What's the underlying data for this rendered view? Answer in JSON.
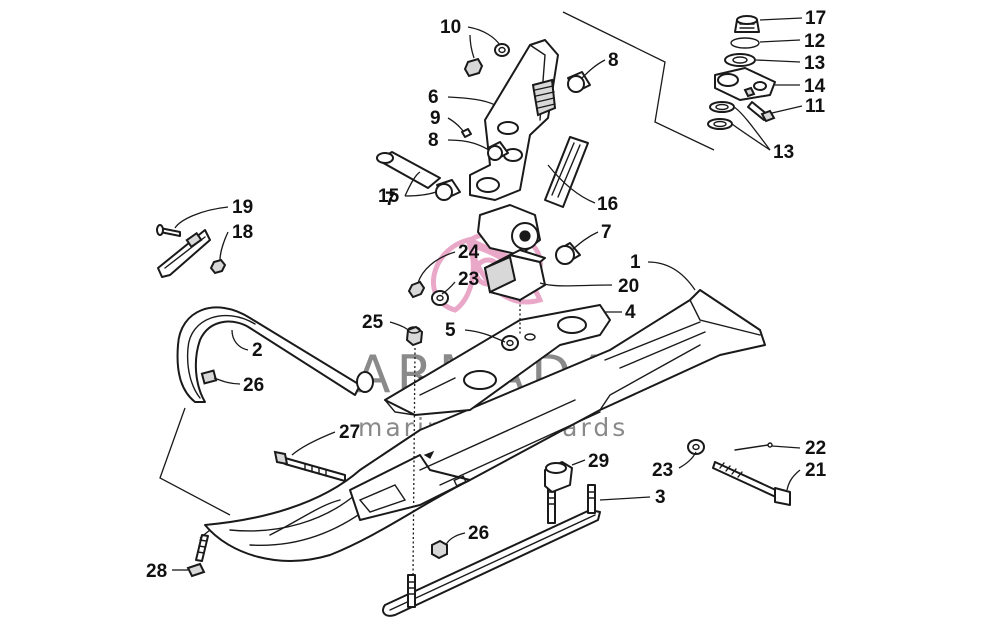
{
  "watermark": {
    "title": "ARMADA",
    "subtitle": "marine outboards",
    "text_color": "#8a8a8a",
    "logo_color": "#e79ac0"
  },
  "callouts": [
    {
      "id": "c1",
      "label": "1"
    },
    {
      "id": "c2",
      "label": "2"
    },
    {
      "id": "c3",
      "label": "3"
    },
    {
      "id": "c4",
      "label": "4"
    },
    {
      "id": "c5",
      "label": "5"
    },
    {
      "id": "c6",
      "label": "6"
    },
    {
      "id": "c7a",
      "label": "7"
    },
    {
      "id": "c7b",
      "label": "7"
    },
    {
      "id": "c8a",
      "label": "8"
    },
    {
      "id": "c8b",
      "label": "8"
    },
    {
      "id": "c9",
      "label": "9"
    },
    {
      "id": "c10",
      "label": "10"
    },
    {
      "id": "c11",
      "label": "11"
    },
    {
      "id": "c12",
      "label": "12"
    },
    {
      "id": "c13a",
      "label": "13"
    },
    {
      "id": "c13b",
      "label": "13"
    },
    {
      "id": "c14",
      "label": "14"
    },
    {
      "id": "c15",
      "label": "15"
    },
    {
      "id": "c16",
      "label": "16"
    },
    {
      "id": "c17",
      "label": "17"
    },
    {
      "id": "c18",
      "label": "18"
    },
    {
      "id": "c19",
      "label": "19"
    },
    {
      "id": "c20",
      "label": "20"
    },
    {
      "id": "c21",
      "label": "21"
    },
    {
      "id": "c22",
      "label": "22"
    },
    {
      "id": "c23a",
      "label": "23"
    },
    {
      "id": "c23b",
      "label": "23"
    },
    {
      "id": "c24",
      "label": "24"
    },
    {
      "id": "c25",
      "label": "25"
    },
    {
      "id": "c26a",
      "label": "26"
    },
    {
      "id": "c26b",
      "label": "26"
    },
    {
      "id": "c27",
      "label": "27"
    },
    {
      "id": "c28",
      "label": "28"
    },
    {
      "id": "c29",
      "label": "29"
    }
  ]
}
